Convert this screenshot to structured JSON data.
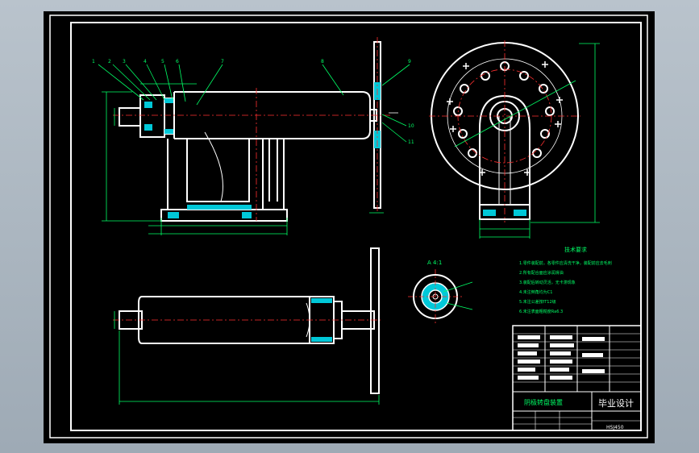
{
  "colors": {
    "background": "#000000",
    "frame": "#ffffff",
    "dimension": "#00ff66",
    "part_fill": "#00c8d8",
    "centerline": "#ff3030",
    "window_bg": "#a7b3be"
  },
  "balloons": [
    "1",
    "2",
    "3",
    "4",
    "5",
    "6",
    "7",
    "8",
    "9",
    "10",
    "11"
  ],
  "section_label": "A 4:1",
  "tech_title": "技术要求",
  "tech_lines": [
    "1.零件装配前，各零件应清洗干净，装配前应去毛刺",
    "2.所有配合面应涂润滑油",
    "3.装配后转动灵活，无卡滞现象",
    "4.未注倒角均为C1",
    "5.未注公差按IT12级",
    "6.未注表面粗糙度Ra6.3"
  ],
  "title_block": {
    "drawing_name": "阴极转盘装置",
    "label": "毕业设计",
    "code": "HSJ450"
  }
}
